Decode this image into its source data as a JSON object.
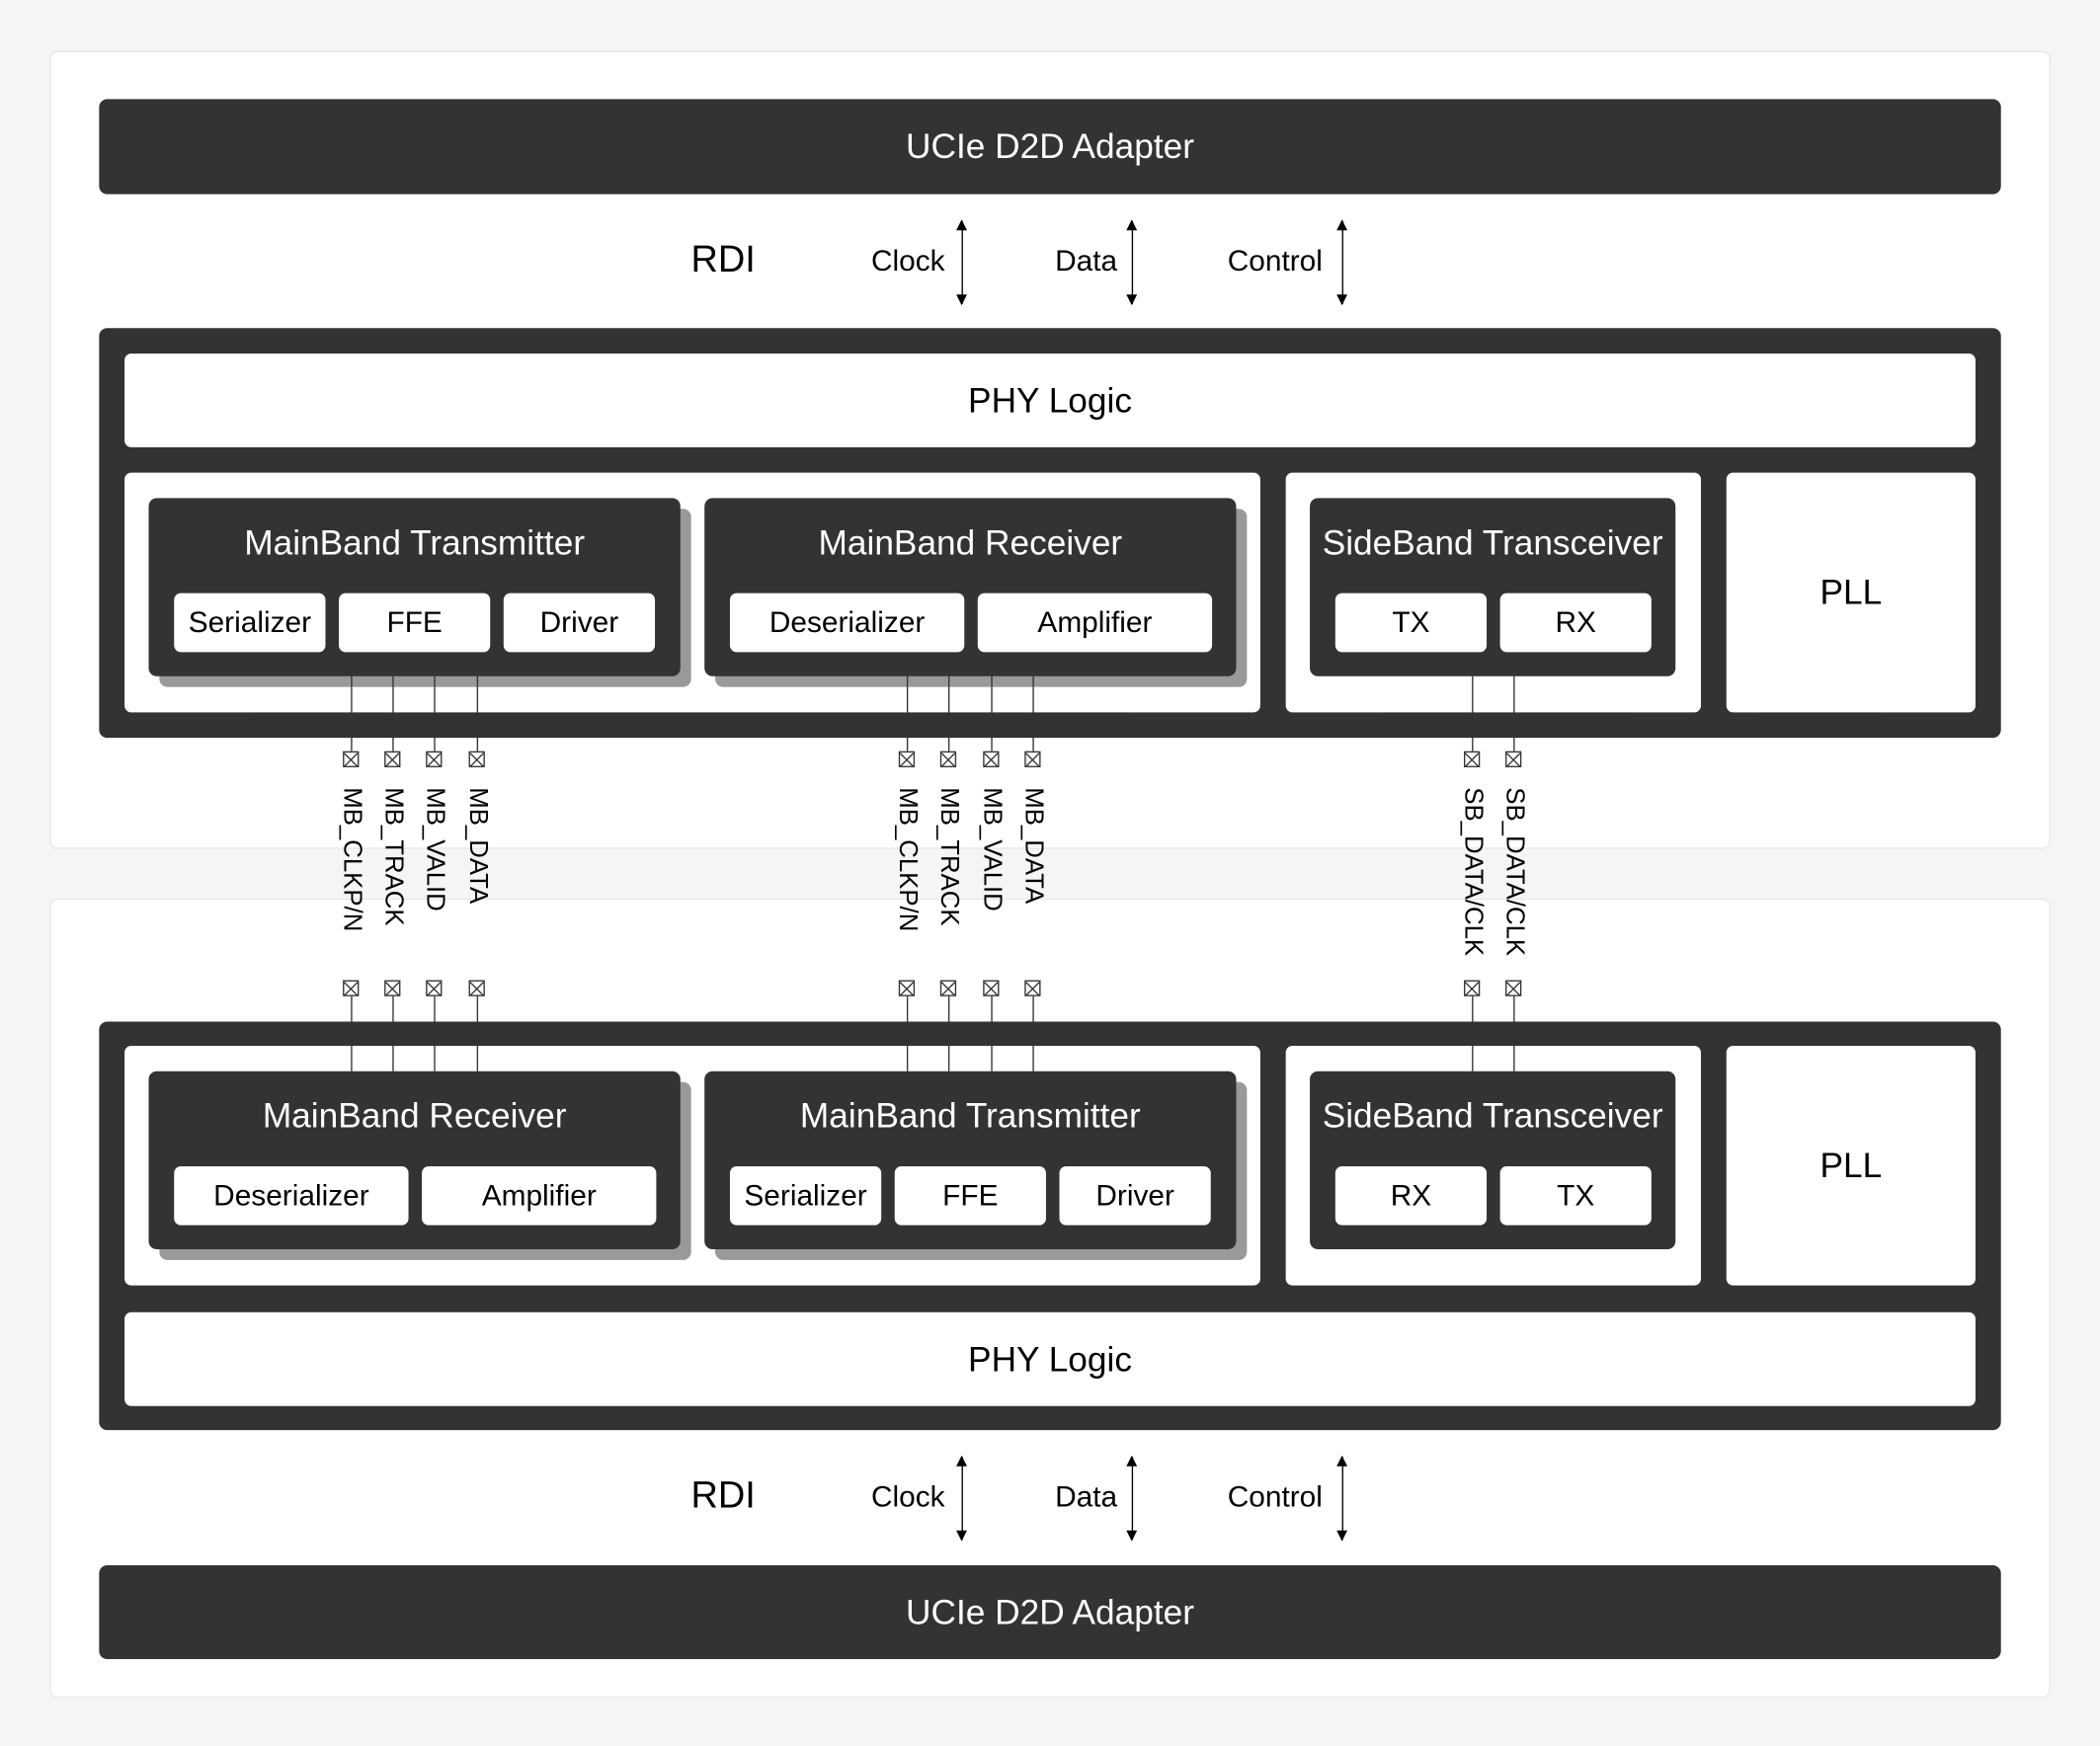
{
  "top": {
    "adapter": "UCIe D2D Adapter",
    "rdi": {
      "label": "RDI",
      "clock": "Clock",
      "data": "Data",
      "control": "Control"
    },
    "phy_logic": "PHY Logic",
    "mb_tx": {
      "title": "MainBand Transmitter",
      "parts": [
        "Serializer",
        "FFE",
        "Driver"
      ]
    },
    "mb_rx": {
      "title": "MainBand Receiver",
      "parts": [
        "Deserializer",
        "Amplifier"
      ]
    },
    "sb": {
      "title": "SideBand Transceiver",
      "parts": [
        "TX",
        "RX"
      ]
    },
    "pll": "PLL"
  },
  "bottom": {
    "adapter": "UCIe D2D Adapter",
    "rdi": {
      "label": "RDI",
      "clock": "Clock",
      "data": "Data",
      "control": "Control"
    },
    "phy_logic": "PHY Logic",
    "mb_rx": {
      "title": "MainBand Receiver",
      "parts": [
        "Deserializer",
        "Amplifier"
      ]
    },
    "mb_tx": {
      "title": "MainBand Transmitter",
      "parts": [
        "Serializer",
        "FFE",
        "Driver"
      ]
    },
    "sb": {
      "title": "SideBand Transceiver",
      "parts": [
        "RX",
        "TX"
      ]
    },
    "pll": "PLL"
  },
  "signals": {
    "group1": [
      "MB_CLKP/N",
      "MB_TRACK",
      "MB_VALID",
      "MB_DATA"
    ],
    "group2": [
      "MB_CLKP/N",
      "MB_TRACK",
      "MB_VALID",
      "MB_DATA"
    ],
    "sideband": [
      "SB_DATA/CLK",
      "SB_DATA/CLK"
    ]
  }
}
